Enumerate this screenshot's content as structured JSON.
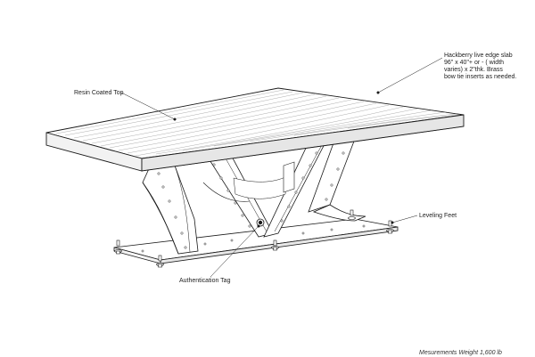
{
  "callouts": {
    "slab_line1": "Hackberry live edge slab",
    "slab_line2": "96\" x 40\"+ or - ( width",
    "slab_line3": "varies) x 2\"thk. Brass",
    "slab_line4": "bow tie inserts as needed.",
    "resin_top": "Resin Coated Top",
    "leveling_feet": "Leveling Feet",
    "authentication_tag": "Authentication Tag"
  },
  "footer": {
    "partial_text": "Mesurements  Weight  1,600 lb"
  },
  "colors": {
    "line": "#1a1a1a",
    "grain": "#8a8a8a",
    "fill": "#ffffff"
  }
}
